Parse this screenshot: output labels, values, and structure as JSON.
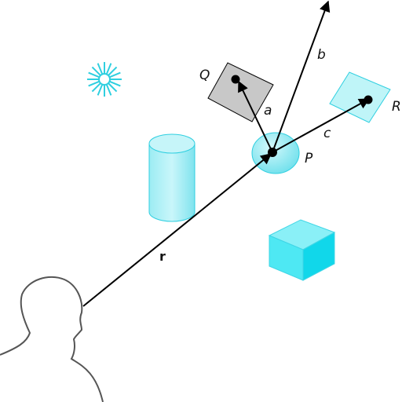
{
  "labels": {
    "q": "Q",
    "r_point": "R",
    "p": "P",
    "a": "a",
    "b": "b",
    "c": "c",
    "r_vector": "r"
  },
  "colors": {
    "cyan_fill": "#7fe6ef",
    "cyan_light": "#b8f3f7",
    "cyan_dark": "#22d4e6",
    "cyan_stroke": "#2fcfe0",
    "cube_top": "#8af0f7",
    "cube_front": "#4ee8f3",
    "cube_side": "#11d7ea",
    "gray_plane": "#c8c8c8",
    "line": "#000000",
    "person_stroke": "#555555"
  },
  "icons": {
    "light": "sun-icon",
    "viewer": "person-silhouette-icon"
  }
}
